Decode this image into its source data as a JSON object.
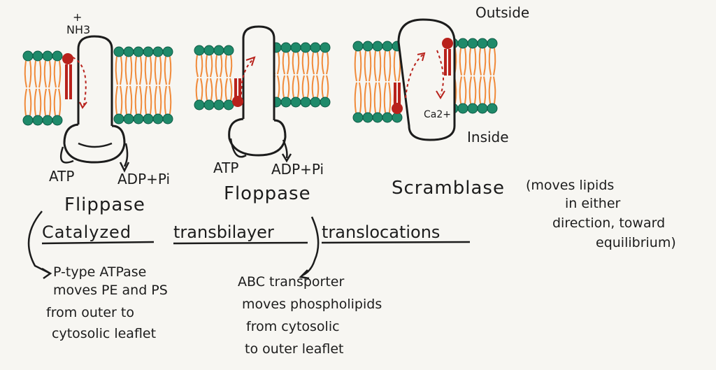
{
  "colors": {
    "head": "#1f8a6a",
    "tail": "#f08a3a",
    "ink": "#1c1c1c",
    "lipid": "#b8221c",
    "paper": "#f7f6f2"
  },
  "labels": {
    "nh3": "NH3",
    "plus": "+",
    "outside": "Outside",
    "inside": "Inside",
    "ca": "Ca2+",
    "flippase_atp": "ATP",
    "flippase_adp": "ADP+Pi",
    "flippase": "Flippase",
    "floppase_atp": "ATP",
    "floppase_adp": "ADP+Pi",
    "floppase": "Floppase",
    "scramblase": "Scramblase",
    "scramblase_note": [
      "(moves lipids",
      "in either",
      "direction, toward",
      "equilibrium)"
    ],
    "title_w1": "Catalyzed",
    "title_w2": "transbilayer",
    "title_w3": "translocations",
    "ptype": [
      "P-type ATPase",
      "moves PE and PS",
      "from outer to",
      "cytosolic leaflet"
    ],
    "abc": [
      "ABC transporter",
      "moves phospholipids",
      "from cytosolic",
      "to outer leaflet"
    ]
  }
}
